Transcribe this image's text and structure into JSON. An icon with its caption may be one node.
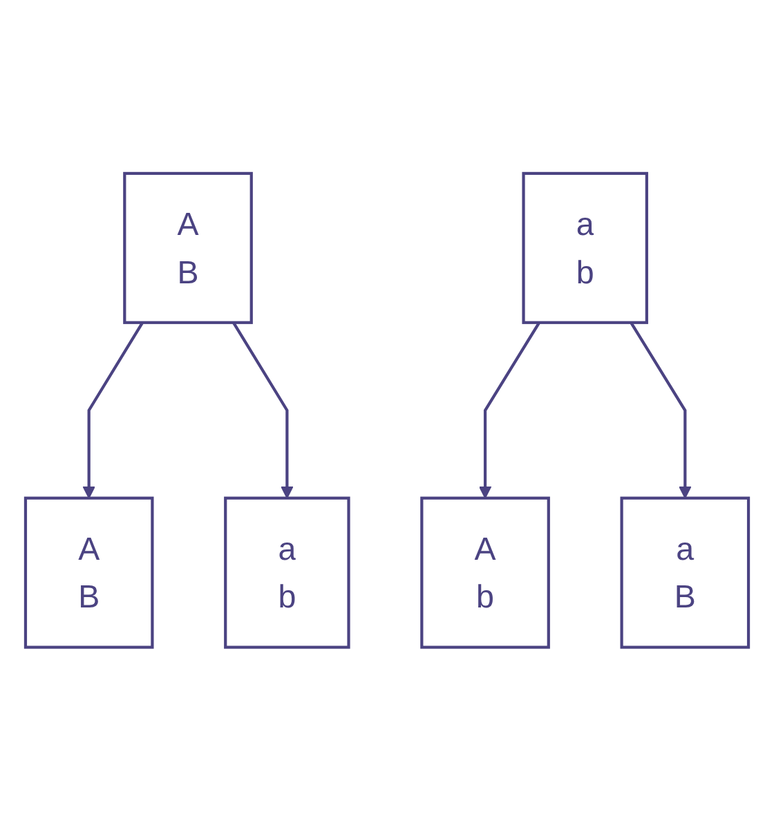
{
  "diagram": {
    "nodes": [
      {
        "text": [
          "A",
          "B"
        ]
      },
      {
        "text": [
          "a",
          "b"
        ]
      },
      {
        "text": [
          "A",
          "B"
        ]
      },
      {
        "text": [
          "a",
          "b"
        ]
      },
      {
        "text": [
          "A",
          "b"
        ]
      },
      {
        "text": [
          "a",
          "B"
        ]
      }
    ],
    "edges": [
      {
        "from": 0,
        "to": 2,
        "arrow": "to"
      },
      {
        "from": 0,
        "to": 3,
        "arrow": "to"
      },
      {
        "from": 1,
        "to": 4,
        "arrow": "to"
      },
      {
        "from": 1,
        "to": 5,
        "arrow": "to"
      }
    ]
  }
}
